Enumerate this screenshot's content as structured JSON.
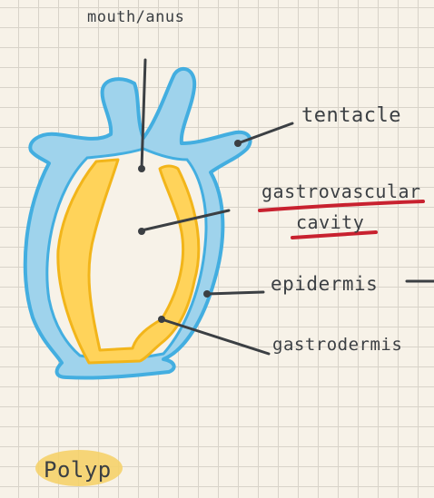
{
  "labels": {
    "mouth_anus": "mouth/anus",
    "tentacle": "tentacle",
    "gastrovascular": "gastrovascular",
    "cavity": "cavity",
    "epidermis": "epidermis",
    "gastrodermis": "gastrodermis",
    "title": "Polyp"
  },
  "colors": {
    "epidermis": "#9fd3ec",
    "epidermis_outline": "#43aee0",
    "gastrodermis": "#ffd35a",
    "gastrodermis_outline": "#f2b51a",
    "underline": "#c8212f",
    "ink": "#3b3f43",
    "highlight": "#f5d26a"
  }
}
